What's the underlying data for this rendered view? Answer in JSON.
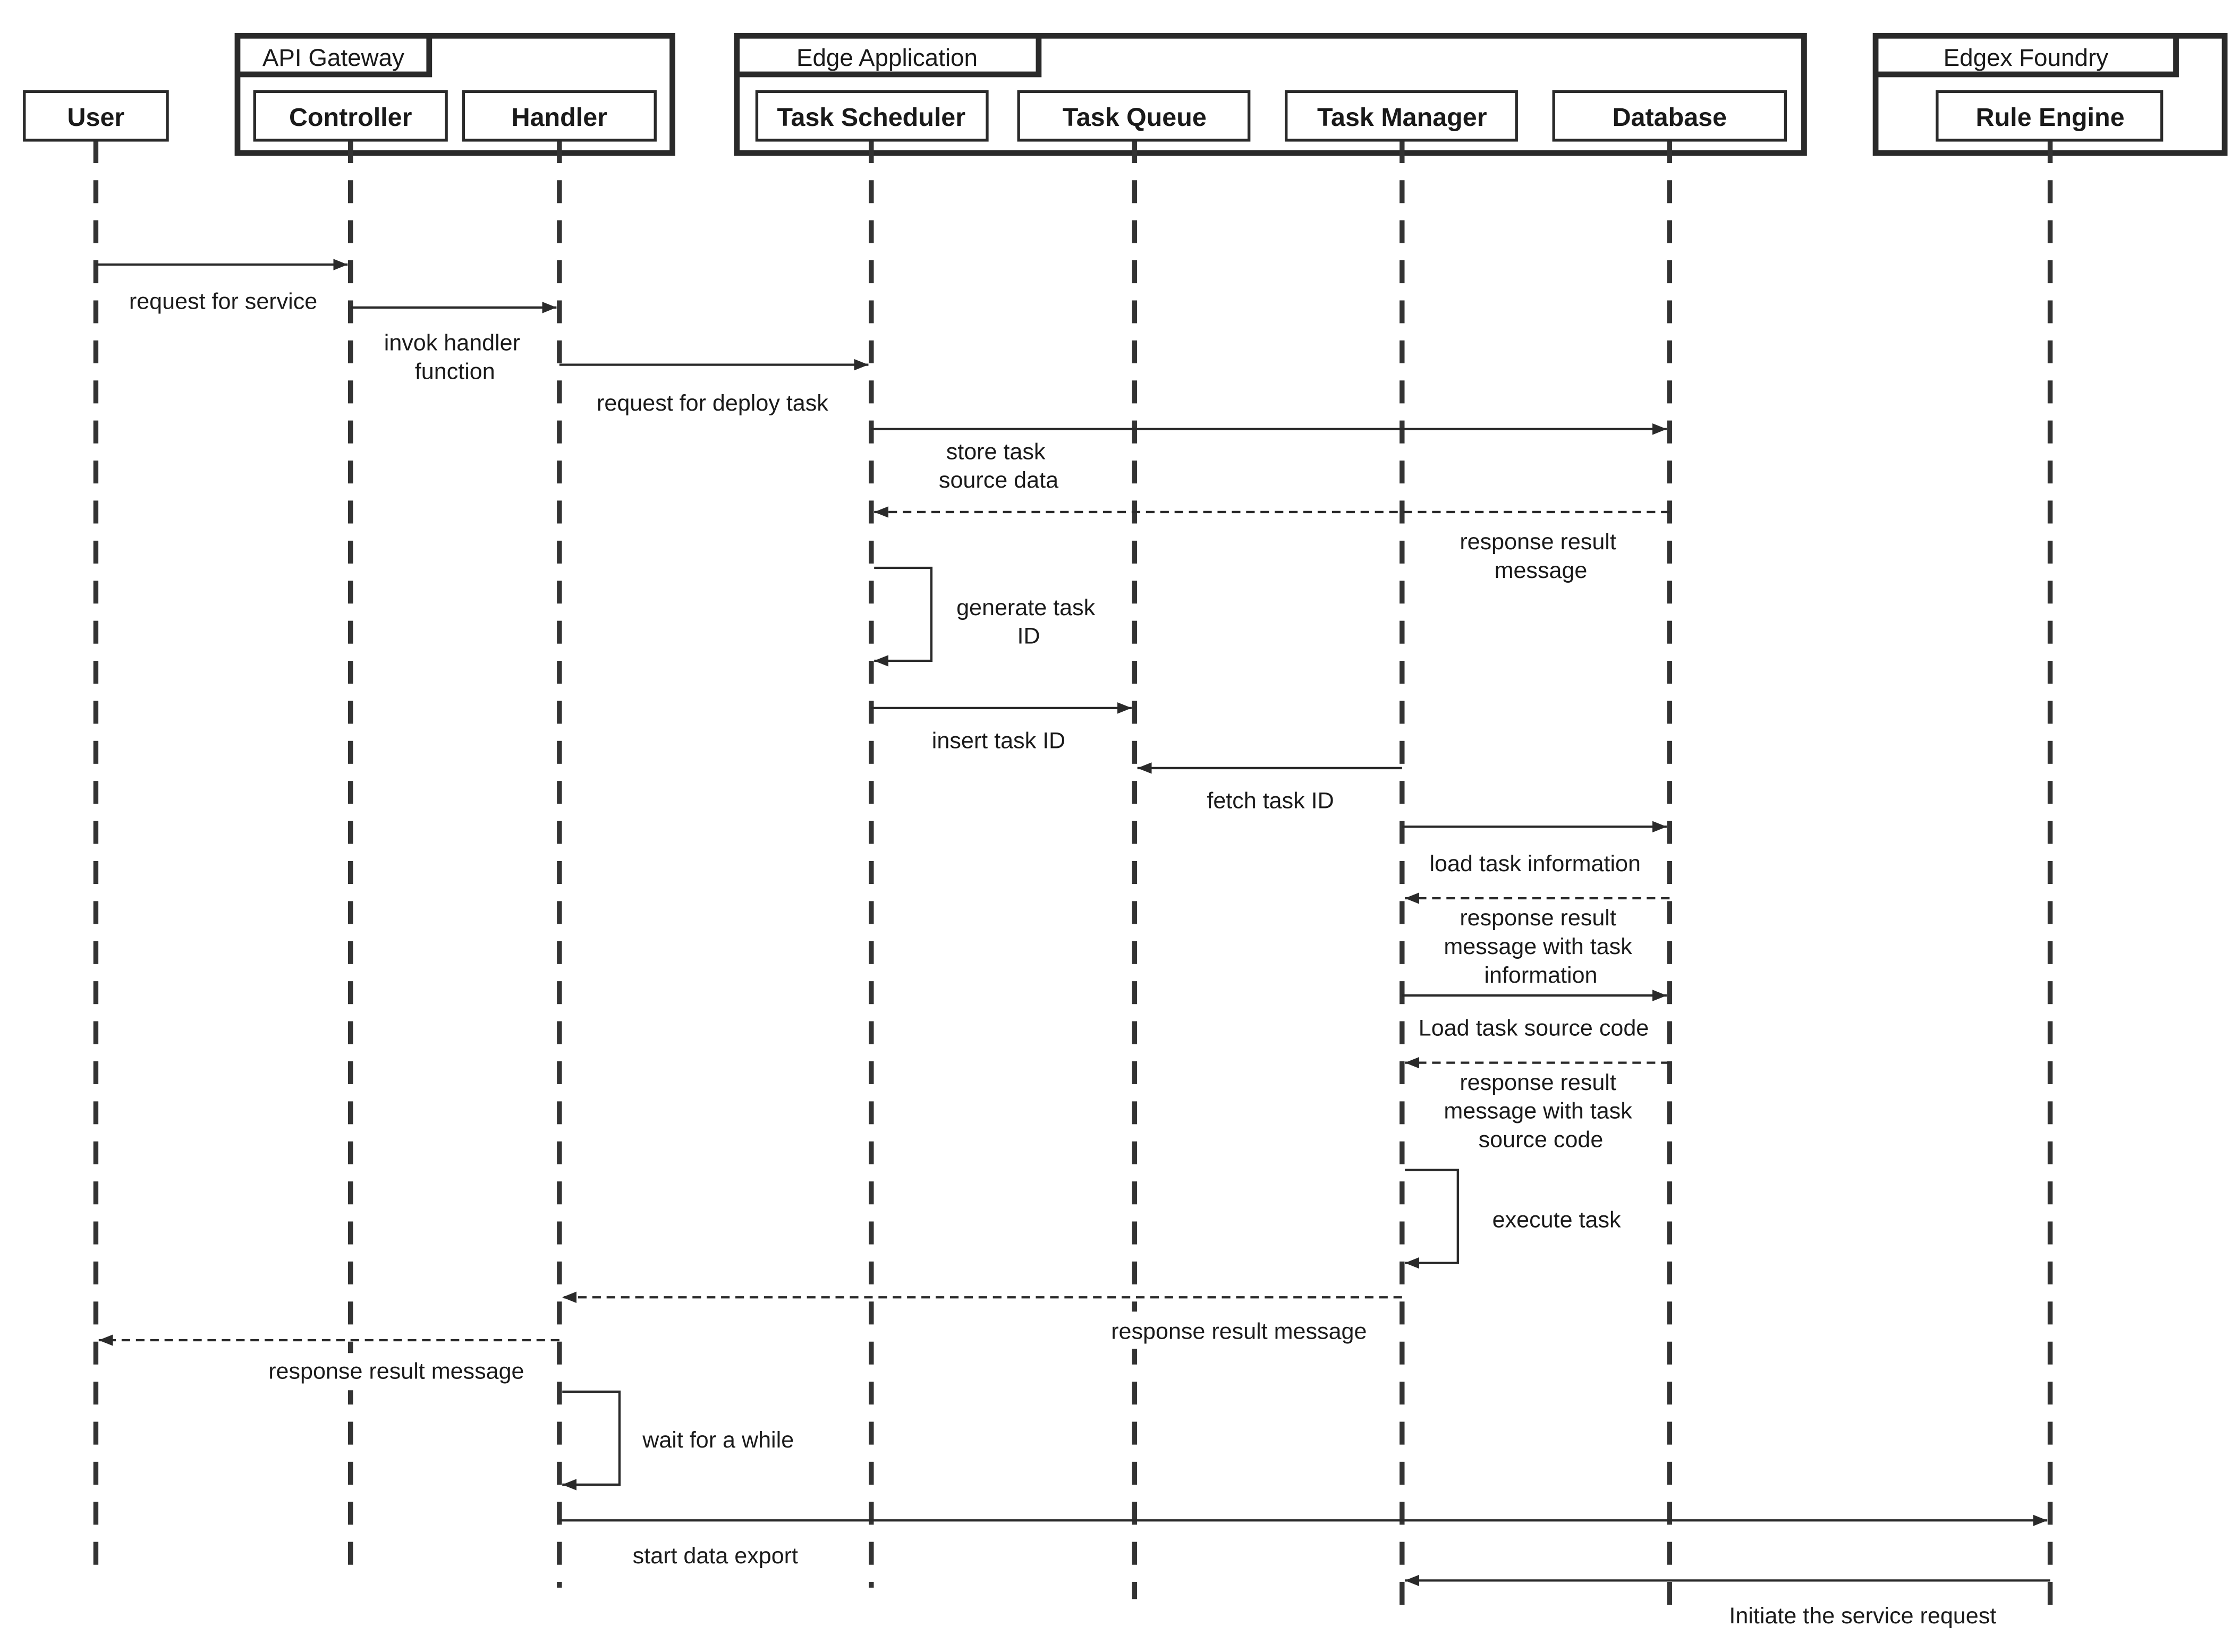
{
  "groups": {
    "api_gateway": "API Gateway",
    "edge_application": "Edge Application",
    "edgex_foundry": "Edgex Foundry"
  },
  "participants": {
    "user": "User",
    "controller": "Controller",
    "handler": "Handler",
    "task_scheduler": "Task Scheduler",
    "task_queue": "Task Queue",
    "task_manager": "Task Manager",
    "database": "Database",
    "rule_engine": "Rule Engine"
  },
  "messages": {
    "m1": [
      "request for service"
    ],
    "m2": [
      "invok handler",
      "function"
    ],
    "m3": [
      "request for deploy task"
    ],
    "m4": [
      "store task",
      "source data"
    ],
    "m5": [
      "response result",
      "message"
    ],
    "m6": [
      "generate task",
      "ID"
    ],
    "m7": [
      "insert task ID"
    ],
    "m8": [
      "fetch task ID"
    ],
    "m9": [
      "load task information"
    ],
    "m10": [
      "response result",
      "message with task",
      "information"
    ],
    "m11": [
      "Load task source code"
    ],
    "m12": [
      "response result",
      "message with task",
      "source code"
    ],
    "m13": [
      "execute task"
    ],
    "m14": [
      "response result message"
    ],
    "m15": [
      "response result message"
    ],
    "m16": [
      "wait for a while"
    ],
    "m17": [
      "start data export"
    ],
    "m18": [
      "Initiate the service request"
    ]
  }
}
